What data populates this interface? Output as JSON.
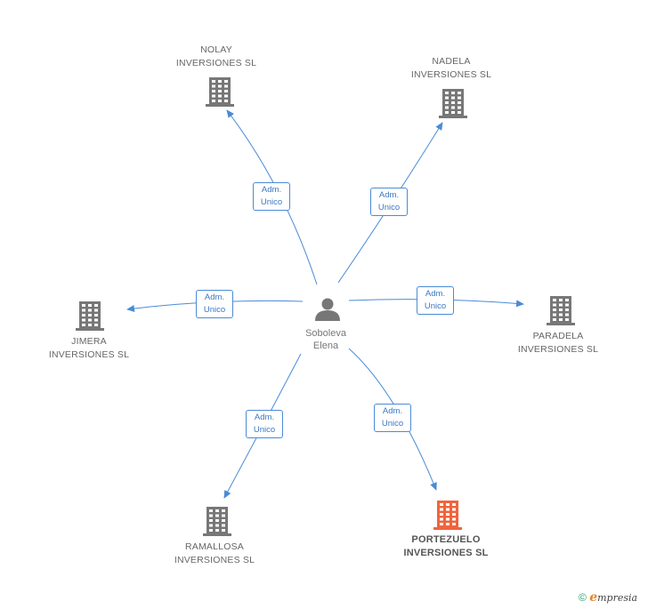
{
  "center": {
    "name_line1": "Soboleva",
    "name_line2": "Elena"
  },
  "role": {
    "line1": "Adm.",
    "line2": "Unico"
  },
  "companies": [
    {
      "line1": "NOLAY",
      "line2": "INVERSIONES SL",
      "highlight": false
    },
    {
      "line1": "NADELA",
      "line2": "INVERSIONES SL",
      "highlight": false
    },
    {
      "line1": "JIMERA",
      "line2": "INVERSIONES SL",
      "highlight": false
    },
    {
      "line1": "PARADELA",
      "line2": "INVERSIONES SL",
      "highlight": false
    },
    {
      "line1": "RAMALLOSA",
      "line2": "INVERSIONES SL",
      "highlight": false
    },
    {
      "line1": "PORTEZUELO",
      "line2": "INVERSIONES SL",
      "highlight": true
    }
  ],
  "footer": {
    "copyright": "©",
    "brand_initial": "e",
    "brand_rest": "mpresia"
  },
  "colors": {
    "edge": "#4a8bd6",
    "building": "#777777",
    "building_highlight": "#f0643c",
    "person": "#777777"
  },
  "icons": {
    "person": "person-icon",
    "building": "building-icon"
  }
}
